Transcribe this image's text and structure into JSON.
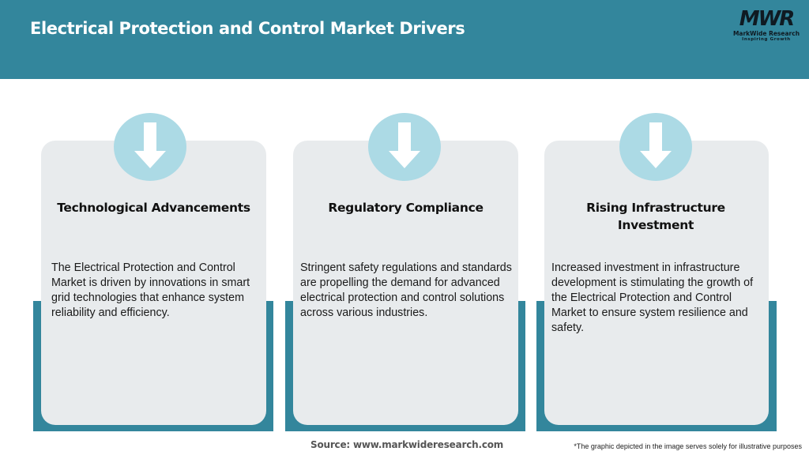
{
  "header": {
    "title": "Electrical Protection and Control Market Drivers",
    "background_color": "#33869c"
  },
  "logo": {
    "mark": "MWR",
    "name": "MarkWide Research",
    "tagline": "Inspiring Growth"
  },
  "cards": [
    {
      "icon": "arrow-down-icon",
      "title": "Technological Advancements",
      "text": "The Electrical Protection and Control Market is driven by innovations in smart grid technologies that enhance system reliability and efficiency."
    },
    {
      "icon": "arrow-down-icon",
      "title": "Regulatory Compliance",
      "text": "Stringent safety regulations and standards are propelling the demand for advanced electrical protection and control solutions across various industries."
    },
    {
      "icon": "arrow-down-icon",
      "title": "Rising Infrastructure Investment",
      "text": "Increased investment in infrastructure development is stimulating the growth of the Electrical Protection and Control Market to ensure system resilience and safety."
    }
  ],
  "colors": {
    "accent": "#33869c",
    "card_bg": "#e8ebed",
    "icon_circle": "#acdae5"
  },
  "footer": {
    "source": "Source: www.markwideresearch.com",
    "disclaimer": "*The graphic depicted in the image serves solely for illustrative purposes"
  }
}
